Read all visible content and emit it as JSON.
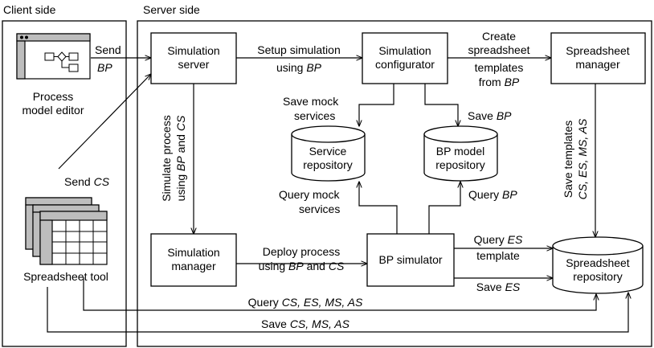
{
  "sections": {
    "client": "Client side",
    "server": "Server side"
  },
  "tools": {
    "editor": [
      "Process",
      "model editor"
    ],
    "spreadsheet": "Spreadsheet tool"
  },
  "nodes": {
    "sim_server": [
      "Simulation",
      "server"
    ],
    "sim_configurator": [
      "Simulation",
      "configurator"
    ],
    "spreadsheet_manager": [
      "Spreadsheet",
      "manager"
    ],
    "sim_manager": [
      "Simulation",
      "manager"
    ],
    "bp_simulator": "BP simulator",
    "service_repo": [
      "Service",
      "repository"
    ],
    "bp_repo": [
      "BP model",
      "repository"
    ],
    "spreadsheet_repo": [
      "Spreadsheet",
      "repository"
    ]
  },
  "edges": {
    "send_bp": [
      "Send",
      "BP"
    ],
    "send_cs": [
      "Send ",
      "CS"
    ],
    "setup": [
      "Setup simulation",
      "using ",
      "BP"
    ],
    "create": [
      "Create",
      "spreadsheet",
      "templates",
      "from ",
      "BP"
    ],
    "save_mock": [
      "Save mock",
      "services"
    ],
    "save_bp": [
      "Save ",
      "BP"
    ],
    "simulate": [
      "Simulate process",
      "using ",
      "BP",
      " and ",
      "CS"
    ],
    "save_templates": [
      "Save templates",
      "CS, ES, MS, AS"
    ],
    "query_mock": [
      "Query mock",
      "services"
    ],
    "query_bp": [
      "Query ",
      "BP"
    ],
    "deploy": [
      "Deploy process",
      "using ",
      "BP",
      " and ",
      "CS"
    ],
    "query_es": [
      "Query ",
      "ES",
      "template"
    ],
    "save_es": [
      "Save ",
      "ES"
    ],
    "query_all": [
      "Query ",
      "CS, ES, MS, AS"
    ],
    "save_all": [
      "Save ",
      "CS, MS, AS"
    ]
  }
}
